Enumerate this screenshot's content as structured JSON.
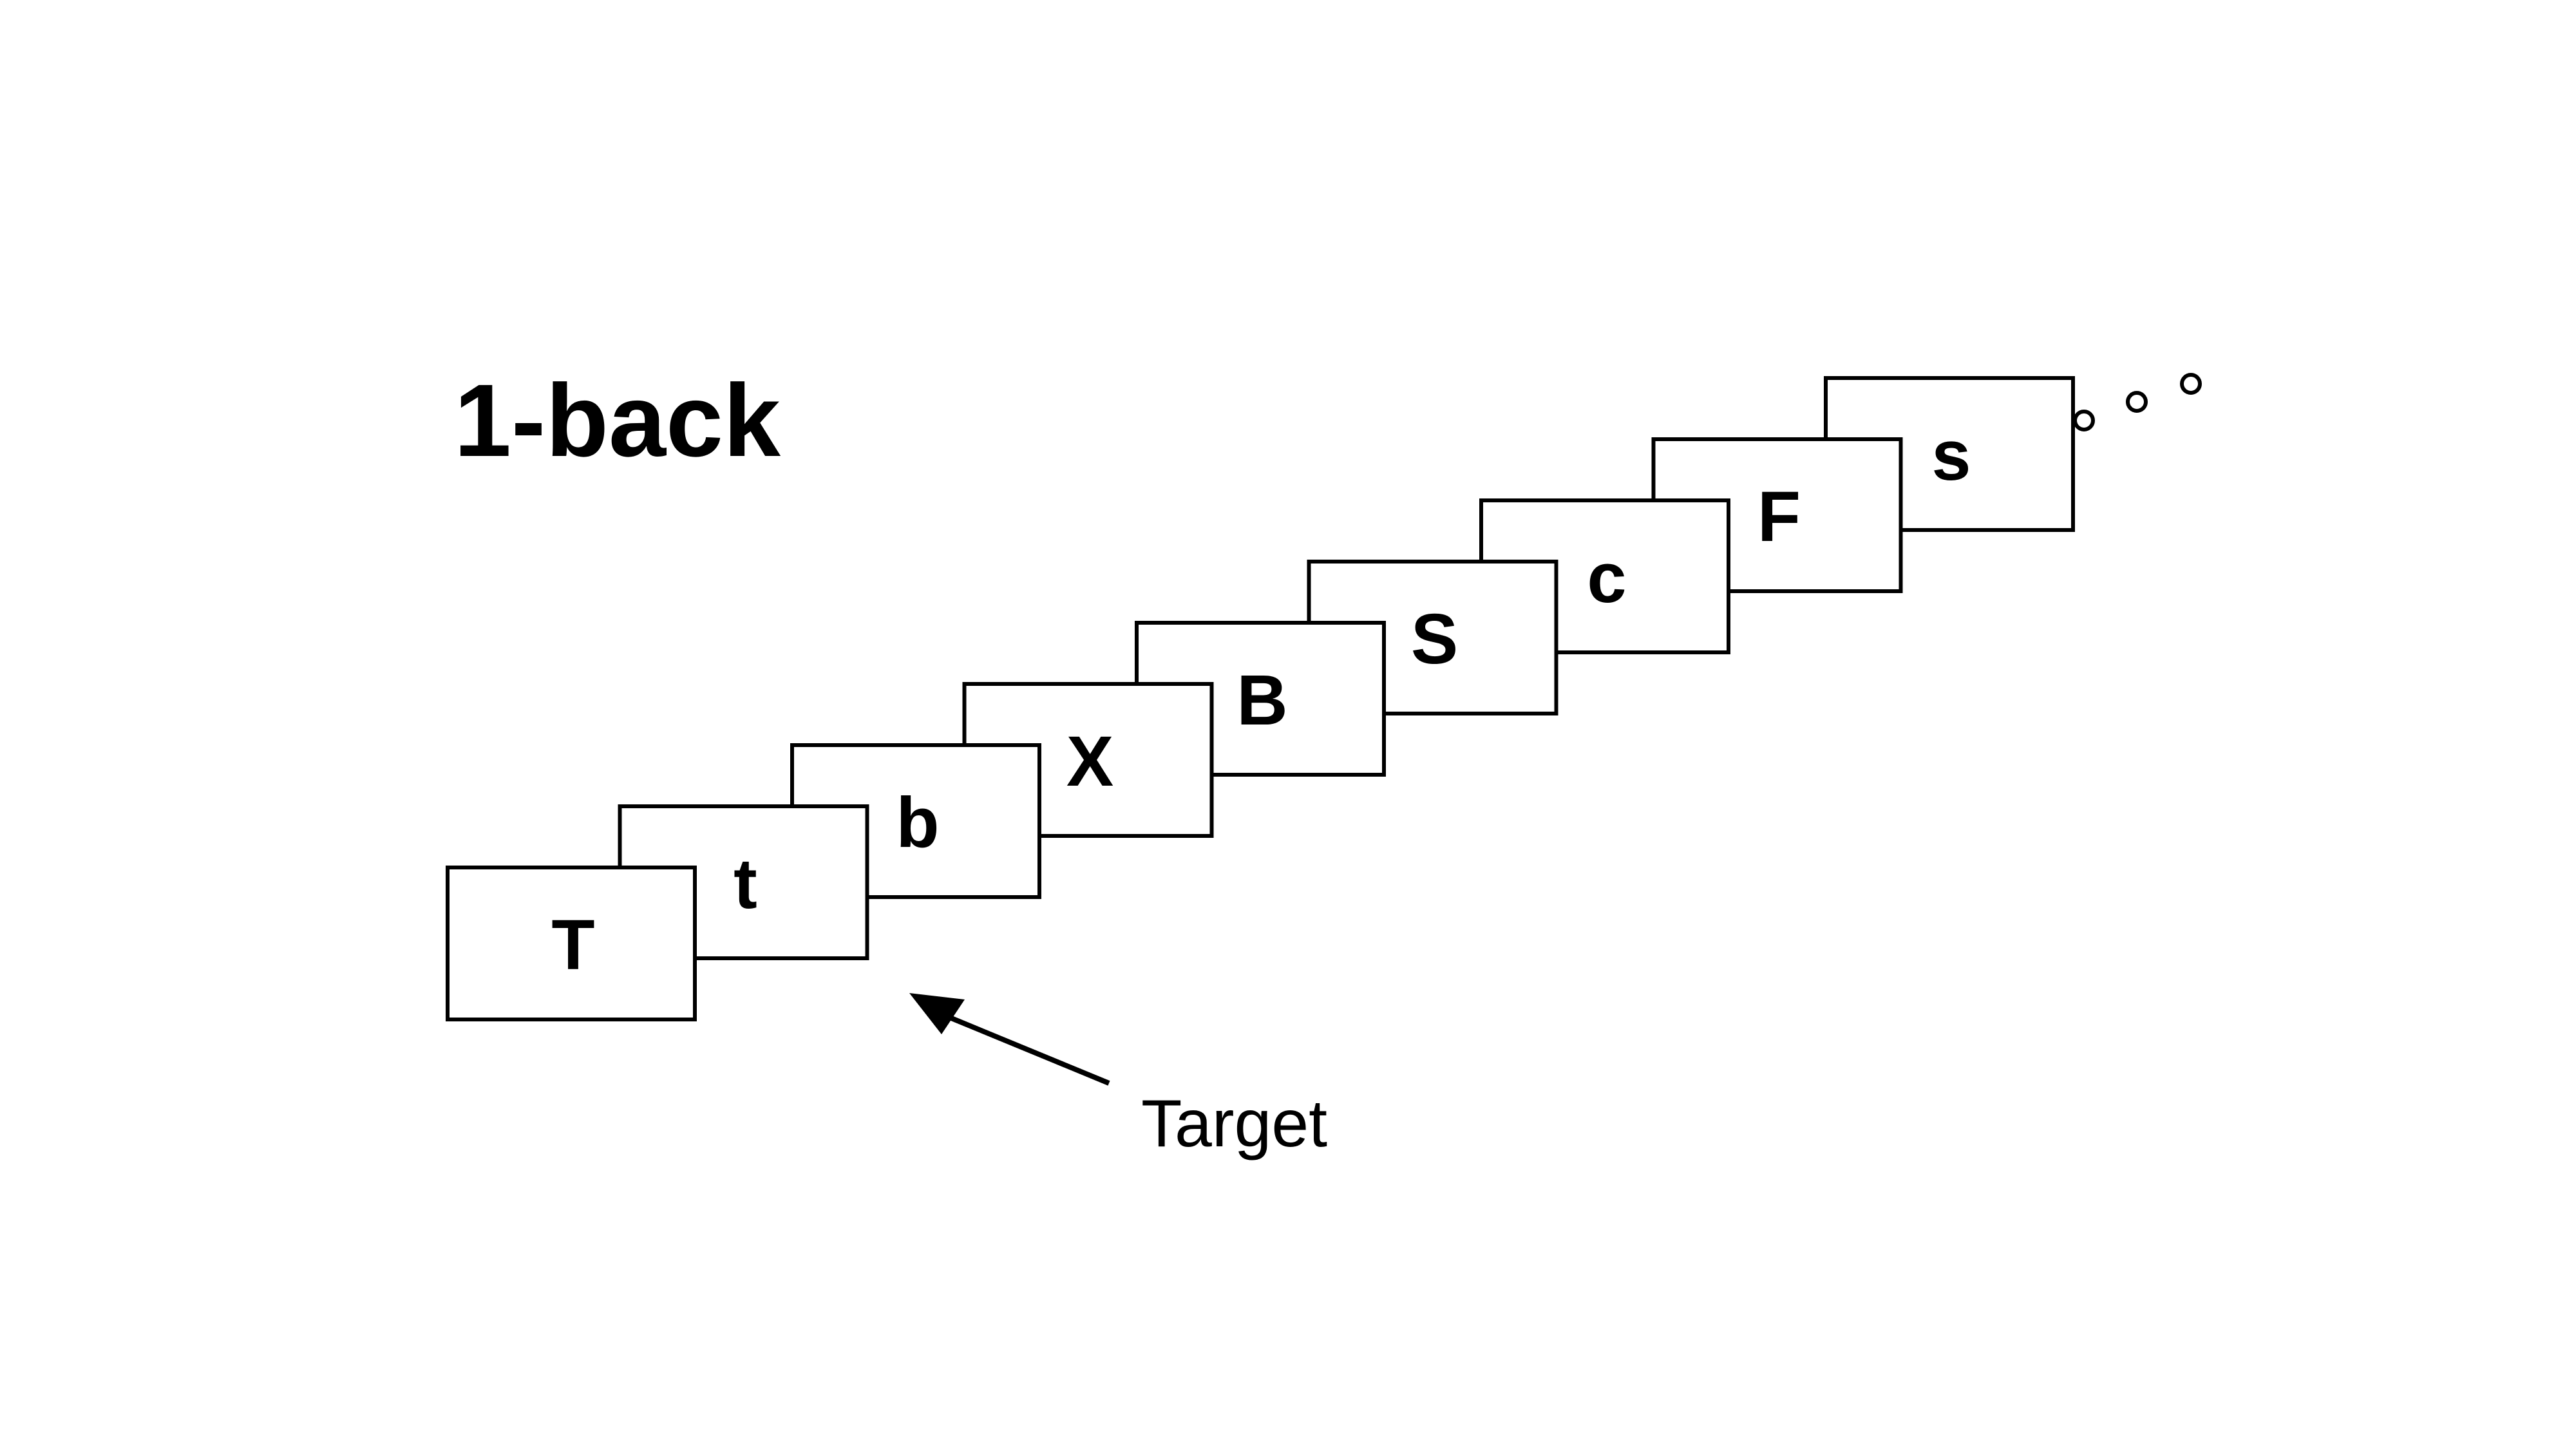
{
  "title": "1-back",
  "sequence": [
    {
      "letter": "s"
    },
    {
      "letter": "F"
    },
    {
      "letter": "c"
    },
    {
      "letter": "S"
    },
    {
      "letter": "B"
    },
    {
      "letter": "X"
    },
    {
      "letter": "b"
    },
    {
      "letter": "t"
    },
    {
      "letter": "T"
    }
  ],
  "target": {
    "label": "Target"
  }
}
